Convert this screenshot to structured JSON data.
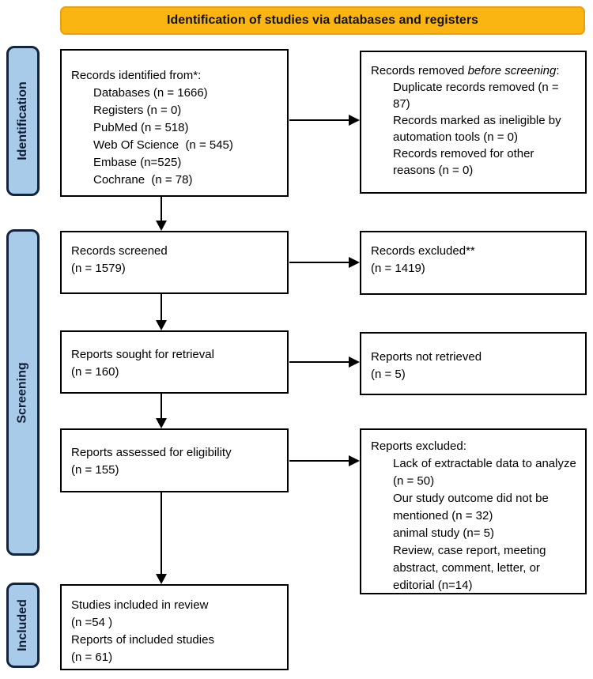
{
  "banner": {
    "label": "Identification of studies via databases and registers"
  },
  "colors": {
    "banner_fill": "#FBB512",
    "banner_border": "#E8A00C",
    "stage_fill": "#A9CBEA",
    "stage_border": "#13253E",
    "box_border": "#000000",
    "arrow": "#000000"
  },
  "stages": [
    {
      "label": "Identification"
    },
    {
      "label": "Screening"
    },
    {
      "label": "Included"
    }
  ],
  "boxes": {
    "identified": {
      "title": "Records identified from*:",
      "items": [
        "Databases (n = 1666)",
        "Registers (n = 0)",
        "PubMed (n = 518)",
        "Web Of Science  (n = 545)",
        "Embase (n=525)",
        "Cochrane  (n = 78)"
      ]
    },
    "removed": {
      "title_prefix": "Records removed ",
      "title_italic": "before screening",
      "title_suffix": ":",
      "items": [
        "Duplicate records removed (n = 87)",
        "Records marked as ineligible by automation tools (n = 0)",
        "Records removed for other reasons (n = 0)"
      ]
    },
    "screened": {
      "lines": [
        "Records screened",
        "(n = 1579)"
      ]
    },
    "excluded": {
      "lines": [
        "Records excluded**",
        "(n = 1419)"
      ]
    },
    "sought": {
      "lines": [
        "Reports sought for retrieval",
        "(n = 160)"
      ]
    },
    "not_retrieved": {
      "lines": [
        "Reports not retrieved",
        "(n = 5)"
      ]
    },
    "assessed": {
      "lines": [
        "Reports assessed for eligibility",
        "(n = 155)"
      ]
    },
    "reports_excluded": {
      "title": "Reports excluded:",
      "items": [
        "Lack of extractable data to analyze (n = 50)",
        "Our study outcome did not be mentioned (n = 32)",
        "animal study (n= 5)",
        "Review, case report, meeting abstract, comment, letter, or editorial (n=14)"
      ]
    },
    "included": {
      "lines": [
        "Studies included in review",
        "(n =54 )",
        "Reports of included studies",
        "(n = 61)"
      ]
    }
  }
}
